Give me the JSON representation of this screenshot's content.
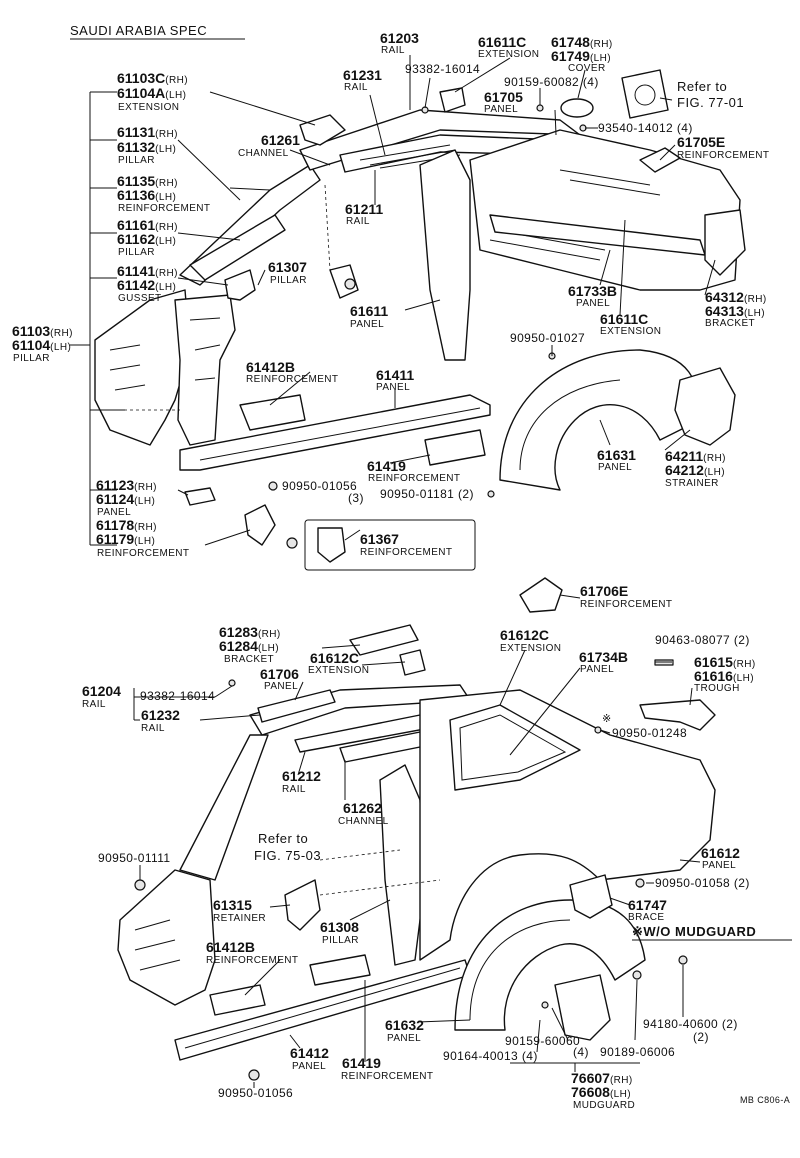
{
  "header": {
    "title": "SAUDI ARABIA SPEC",
    "drawing_code": "MB C806-A"
  },
  "top": {
    "p61103c": {
      "pn1": "61103C",
      "s1": "(RH)",
      "pn2": "61104A",
      "s2": "(LH)",
      "name": "EXTENSION"
    },
    "p61131": {
      "pn1": "61131",
      "s1": "(RH)",
      "pn2": "61132",
      "s2": "(LH)",
      "name": "PILLAR"
    },
    "p61135": {
      "pn1": "61135",
      "s1": "(RH)",
      "pn2": "61136",
      "s2": "(LH)",
      "name": "REINFORCEMENT"
    },
    "p61161": {
      "pn1": "61161",
      "s1": "(RH)",
      "pn2": "61162",
      "s2": "(LH)",
      "name": "PILLAR"
    },
    "p61141": {
      "pn1": "61141",
      "s1": "(RH)",
      "pn2": "61142",
      "s2": "(LH)",
      "name": "GUSSET"
    },
    "p61103": {
      "pn1": "61103",
      "s1": "(RH)",
      "pn2": "61104",
      "s2": "(LH)",
      "name": "PILLAR"
    },
    "p61123": {
      "pn1": "61123",
      "s1": "(RH)",
      "pn2": "61124",
      "s2": "(LH)",
      "name": "PANEL"
    },
    "p61178": {
      "pn1": "61178",
      "s1": "(RH)",
      "pn2": "61179",
      "s2": "(LH)",
      "name": "REINFORCEMENT"
    },
    "p61203": {
      "pn": "61203",
      "name": "RAIL"
    },
    "p61611c": {
      "pn": "61611C",
      "name": "EXTENSION"
    },
    "p61748": {
      "pn1": "61748",
      "s1": "(RH)",
      "pn2": "61749",
      "s2": "(LH)",
      "name": "COVER"
    },
    "refer1": {
      "line1": "Refer to",
      "line2": "FIG. 77-01"
    },
    "p93382a": {
      "pn": "93382-16014"
    },
    "p61231": {
      "pn": "61231",
      "name": "RAIL"
    },
    "p90159a": {
      "pn": "90159-60082",
      "qty": "(4)"
    },
    "p61705": {
      "pn": "61705",
      "name": "PANEL"
    },
    "p93540": {
      "pn": "93540-14012",
      "qty": "(4)"
    },
    "p61705e": {
      "pn": "61705E",
      "name": "REINFORCEMENT"
    },
    "p61261": {
      "pn": "61261",
      "name": "CHANNEL"
    },
    "p61211": {
      "pn": "61211",
      "name": "RAIL"
    },
    "p61307": {
      "pn": "61307",
      "name": "PILLAR"
    },
    "p61611": {
      "pn": "61611",
      "name": "PANEL"
    },
    "p61733b": {
      "pn": "61733B",
      "name": "PANEL"
    },
    "p61611c2": {
      "pn": "61611C",
      "name": "EXTENSION"
    },
    "p64312": {
      "pn1": "64312",
      "s1": "(RH)",
      "pn2": "64313",
      "s2": "(LH)",
      "name": "BRACKET"
    },
    "p90950a": {
      "pn": "90950-01027"
    },
    "p61412b": {
      "pn": "61412B",
      "name": "REINFORCEMENT"
    },
    "p61411": {
      "pn": "61411",
      "name": "PANEL"
    },
    "p61631": {
      "pn": "61631",
      "name": "PANEL"
    },
    "p64211": {
      "pn1": "64211",
      "s1": "(RH)",
      "pn2": "64212",
      "s2": "(LH)",
      "name": "STRAINER"
    },
    "p61419": {
      "pn": "61419",
      "name": "REINFORCEMENT"
    },
    "p90950b": {
      "pn": "90950-01056",
      "qty": "(3)"
    },
    "p90950c": {
      "pn": "90950-01181",
      "qty": "(2)"
    },
    "p61367": {
      "pn": "61367",
      "name": "REINFORCEMENT"
    }
  },
  "bottom": {
    "p61706e": {
      "pn": "61706E",
      "name": "REINFORCEMENT"
    },
    "p61283": {
      "pn1": "61283",
      "s1": "(RH)",
      "pn2": "61284",
      "s2": "(LH)",
      "name": "BRACKET"
    },
    "p61612c": {
      "pn": "61612C",
      "name": "EXTENSION"
    },
    "p61734b": {
      "pn": "61734B",
      "name": "PANEL"
    },
    "p90463": {
      "pn": "90463-08077",
      "qty": "(2)"
    },
    "p61615": {
      "pn1": "61615",
      "s1": "(RH)",
      "pn2": "61616",
      "s2": "(LH)",
      "name": "TROUGH"
    },
    "p61612c2": {
      "pn": "61612C",
      "name": "EXTENSION"
    },
    "p61706": {
      "pn": "61706",
      "name": "PANEL"
    },
    "p61204": {
      "pn": "61204",
      "name": "RAIL"
    },
    "p93382b": {
      "pn": "93382-16014"
    },
    "p61232": {
      "pn": "61232",
      "name": "RAIL"
    },
    "p90950d": {
      "pn": "90950-01248",
      "mark": "※"
    },
    "p61212": {
      "pn": "61212",
      "name": "RAIL"
    },
    "p61262": {
      "pn": "61262",
      "name": "CHANNEL"
    },
    "refer2": {
      "line1": "Refer to",
      "line2": "FIG. 75-03"
    },
    "p90950e": {
      "pn": "90950-01111"
    },
    "p61612": {
      "pn": "61612",
      "name": "PANEL"
    },
    "p90950f": {
      "pn": "90950-01058",
      "qty": "(2)"
    },
    "p61315": {
      "pn": "61315",
      "name": "RETAINER"
    },
    "p61308": {
      "pn": "61308",
      "name": "PILLAR"
    },
    "p61747": {
      "pn": "61747",
      "name": "BRACE"
    },
    "wo_mudguard": "※W/O MUDGUARD",
    "p61412b": {
      "pn": "61412B",
      "name": "REINFORCEMENT"
    },
    "p94180": {
      "pn": "94180-40600",
      "qty": "(2)"
    },
    "p61632": {
      "pn": "61632",
      "name": "PANEL"
    },
    "p90159b": {
      "pn": "90159-60060",
      "qty": "(4)"
    },
    "p90164": {
      "pn": "90164-40013",
      "qty": "(4)"
    },
    "p90189": {
      "pn": "90189-06006",
      "qty": "(2)"
    },
    "p61412": {
      "pn": "61412",
      "name": "PANEL"
    },
    "p61419": {
      "pn": "61419",
      "name": "REINFORCEMENT"
    },
    "p90950g": {
      "pn": "90950-01056"
    },
    "p76607": {
      "pn1": "76607",
      "s1": "(RH)",
      "pn2": "76608",
      "s2": "(LH)",
      "name": "MUDGUARD"
    }
  }
}
